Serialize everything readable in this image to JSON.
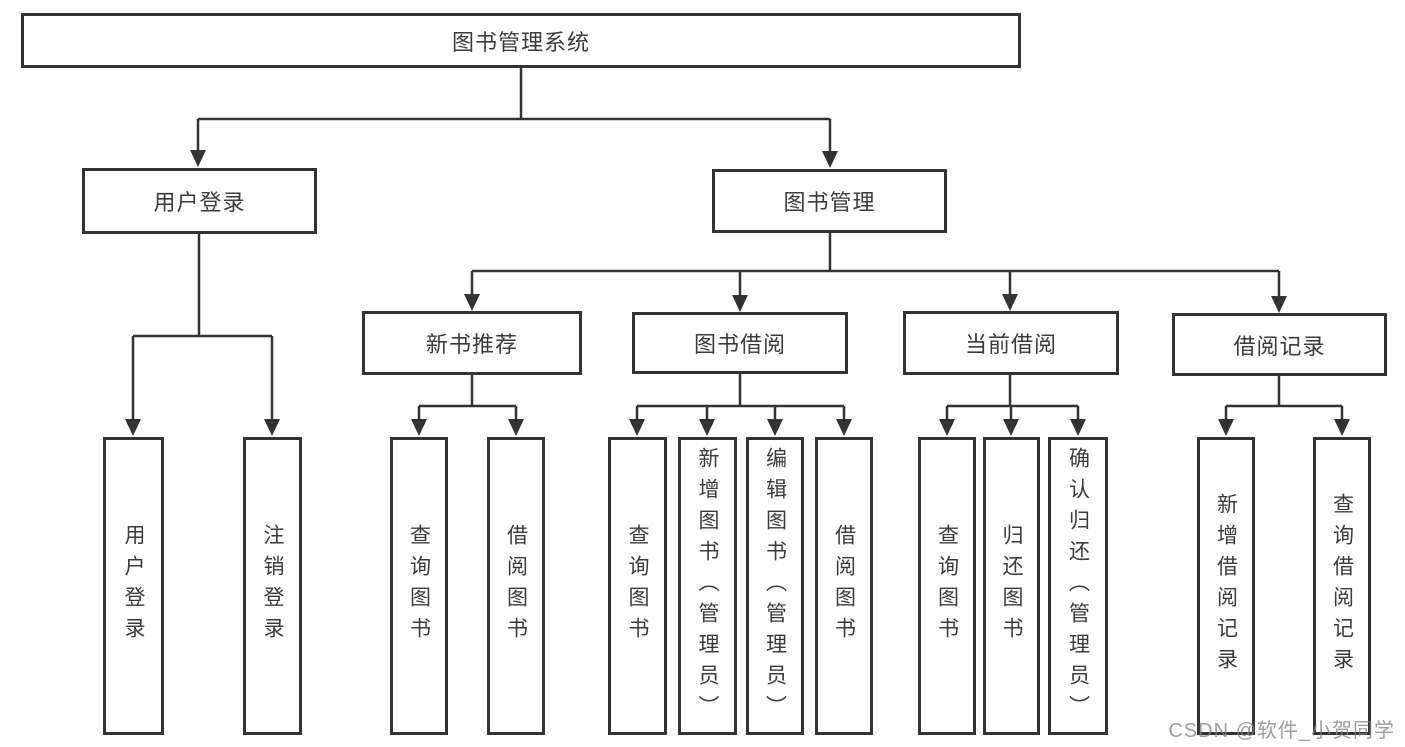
{
  "diagram_title": "图书管理系统",
  "tree": {
    "label": "图书管理系统",
    "children": [
      {
        "label": "用户登录",
        "children": [
          {
            "label": "用户登录"
          },
          {
            "label": "注销登录"
          }
        ]
      },
      {
        "label": "图书管理",
        "children": [
          {
            "label": "新书推荐",
            "children": [
              {
                "label": "查询图书"
              },
              {
                "label": "借阅图书"
              }
            ]
          },
          {
            "label": "图书借阅",
            "children": [
              {
                "label": "查询图书"
              },
              {
                "label": "新增图书（管理员）"
              },
              {
                "label": "编辑图书（管理员）"
              },
              {
                "label": "借阅图书"
              }
            ]
          },
          {
            "label": "当前借阅",
            "children": [
              {
                "label": "查询图书"
              },
              {
                "label": "归还图书"
              },
              {
                "label": "确认归还（管理员）"
              }
            ]
          },
          {
            "label": "借阅记录",
            "children": [
              {
                "label": "新增借阅记录"
              },
              {
                "label": "查询借阅记录"
              }
            ]
          }
        ]
      }
    ]
  },
  "watermark": {
    "text": "CSDN @软件_小贺同学",
    "color": "#a8a8a8"
  },
  "colors": {
    "line": "#333333",
    "box_border": "#333333",
    "text": "#3b3b3b",
    "background": "#ffffff"
  }
}
